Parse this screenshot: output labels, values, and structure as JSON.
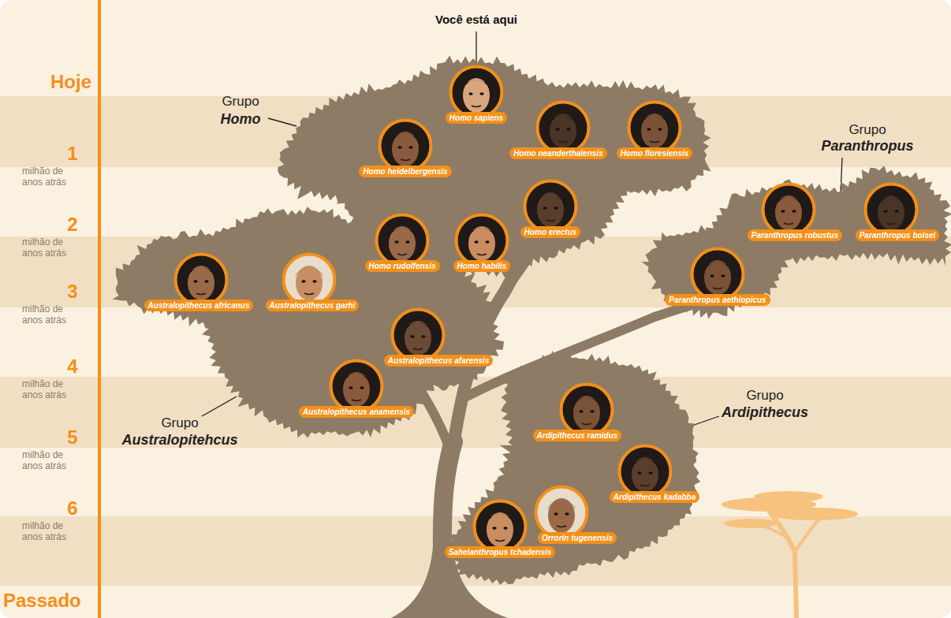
{
  "diagram": {
    "nodes": [
      {
        "text": [
          "Grupo",
          "Homo"
        ]
      },
      {
        "text": [
          "Homo sapiens"
        ],
        "in": 0
      },
      {
        "text": [
          "Homo heidelbergensis"
        ],
        "in": 0
      },
      {
        "text": [
          "Homo neanderthalensis"
        ],
        "in": 0
      },
      {
        "text": [
          "Homo floresiensis"
        ],
        "in": 0
      },
      {
        "text": [
          "Homo erectus"
        ],
        "in": 0
      },
      {
        "text": [
          "Homo rudolfensis"
        ],
        "in": 0
      },
      {
        "text": [
          "Homo habilis"
        ],
        "in": 0
      },
      {
        "text": [
          "Grupo",
          "Paranthropus"
        ]
      },
      {
        "text": [
          "Paranthropus robustus"
        ],
        "in": 8
      },
      {
        "text": [
          "Paranthropus boisei"
        ],
        "in": 8
      },
      {
        "text": [
          "Paranthropus aethiopicus"
        ],
        "in": 8
      },
      {
        "text": [
          "Grupo",
          "Australopitehcus"
        ]
      },
      {
        "text": [
          "Australopithecus africanus"
        ],
        "in": 12
      },
      {
        "text": [
          "Australopithecus garhi"
        ],
        "in": 12
      },
      {
        "text": [
          "Australopithecus afarensis"
        ],
        "in": 12
      },
      {
        "text": [
          "Australopithecus anamensis"
        ],
        "in": 12
      },
      {
        "text": [
          "Grupo",
          "Ardipithecus"
        ]
      },
      {
        "text": [
          "Ardipithecus ramidus"
        ],
        "in": 17
      },
      {
        "text": [
          "Ardipithecus kadabba"
        ],
        "in": 17
      },
      {
        "text": [
          "Orrorin tugenensis"
        ],
        "in": 17
      },
      {
        "text": [
          "Sahelanthropus tchadensis"
        ],
        "in": 17
      }
    ],
    "labels": [
      "Você está aqui",
      "Hoje",
      "1",
      "milhão de anos atrás",
      "2",
      "milhão de anos atrás",
      "3",
      "milhão de anos atrás",
      "4",
      "milhão de anos atrás",
      "5",
      "milhão de anos atrás",
      "6",
      "milhão de anos atrás",
      "Passado"
    ]
  }
}
